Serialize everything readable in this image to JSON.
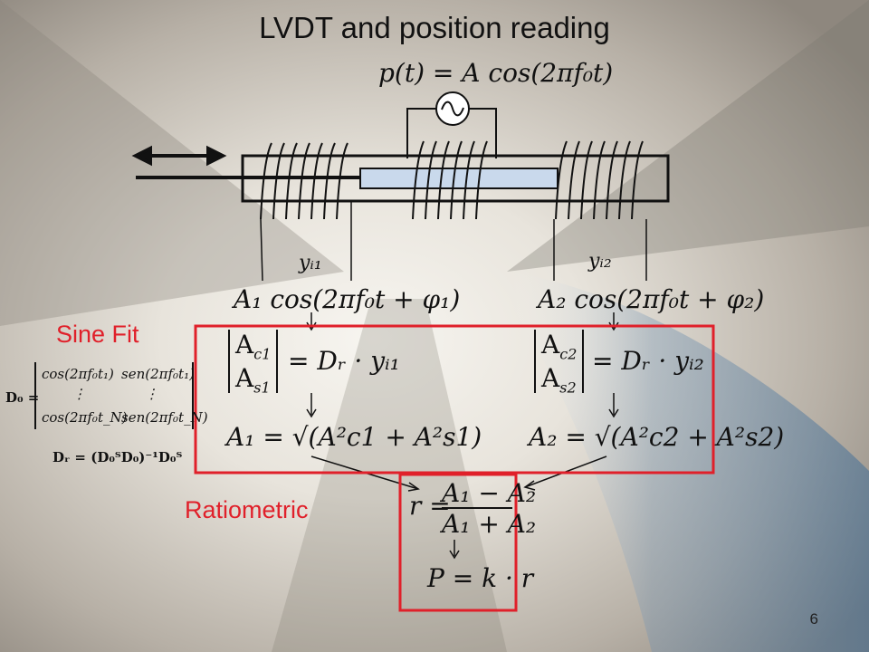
{
  "slide": {
    "title": "LVDT and position reading",
    "page_number": "6"
  },
  "labels": {
    "sine_fit": "Sine Fit",
    "ratiometric": "Ratiometric"
  },
  "equations": {
    "excitation": "p(t) = A cos(2πf₀t)",
    "y1": "yᵢ₁",
    "y2": "yᵢ₂",
    "signal1": "A₁ cos(2πf₀t + φ₁)",
    "signal2": "A₂ cos(2πf₀t + φ₂)",
    "fit1_lhs_top": "A",
    "fit1_lhs_top_sub": "c1",
    "fit1_lhs_bot": "A",
    "fit1_lhs_bot_sub": "s1",
    "fit1_rhs": "= Dᵣ · yᵢ₁",
    "fit2_lhs_top": "A",
    "fit2_lhs_top_sub": "c2",
    "fit2_lhs_bot": "A",
    "fit2_lhs_bot_sub": "s2",
    "fit2_rhs": "= Dᵣ · yᵢ₂",
    "amp1": "A₁ = √(A²c1 + A²s1)",
    "amp2": "A₂ = √(A²c2 + A²s2)",
    "ratio_lhs": "r =",
    "ratio_num": "A₁ − A₂",
    "ratio_den": "A₁ + A₂",
    "position": "P = k · r",
    "d0_label": "D₀ =",
    "d0_r1c1": "cos(2πf₀t₁)",
    "d0_r1c2": "sen(2πf₀t₁)",
    "d0_dots1": "⋮",
    "d0_dots2": "⋮",
    "d0_rNc1": "cos(2πf₀t_N)",
    "d0_rNc2": "sen(2πf₀t_N)",
    "dr_formula": "Dᵣ = (D₀ᵀD₀)⁻¹D₀ᵀ"
  },
  "colors": {
    "highlight_box": "#e0202a",
    "core": "#c9d9ec"
  }
}
